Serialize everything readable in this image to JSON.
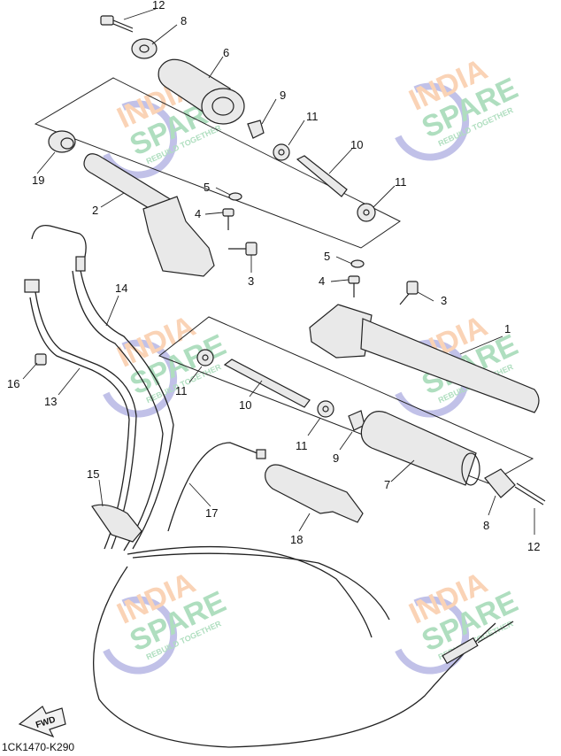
{
  "diagram": {
    "code": "1CK1470-K290",
    "fwd_label": "FWD",
    "callouts": [
      "12",
      "8",
      "6",
      "9",
      "11",
      "10",
      "11",
      "19",
      "2",
      "5",
      "4",
      "3",
      "5",
      "4",
      "3",
      "1",
      "14",
      "16",
      "13",
      "11",
      "10",
      "11",
      "9",
      "7",
      "8",
      "12",
      "15",
      "17",
      "18"
    ]
  },
  "watermark": {
    "line1": "INDIA",
    "line2": "SPARE",
    "tagline": "REBUILD TOGETHER",
    "color_orange": "#f6b07a",
    "color_green": "#6dc48b",
    "color_blue": "#8e8fd6"
  }
}
